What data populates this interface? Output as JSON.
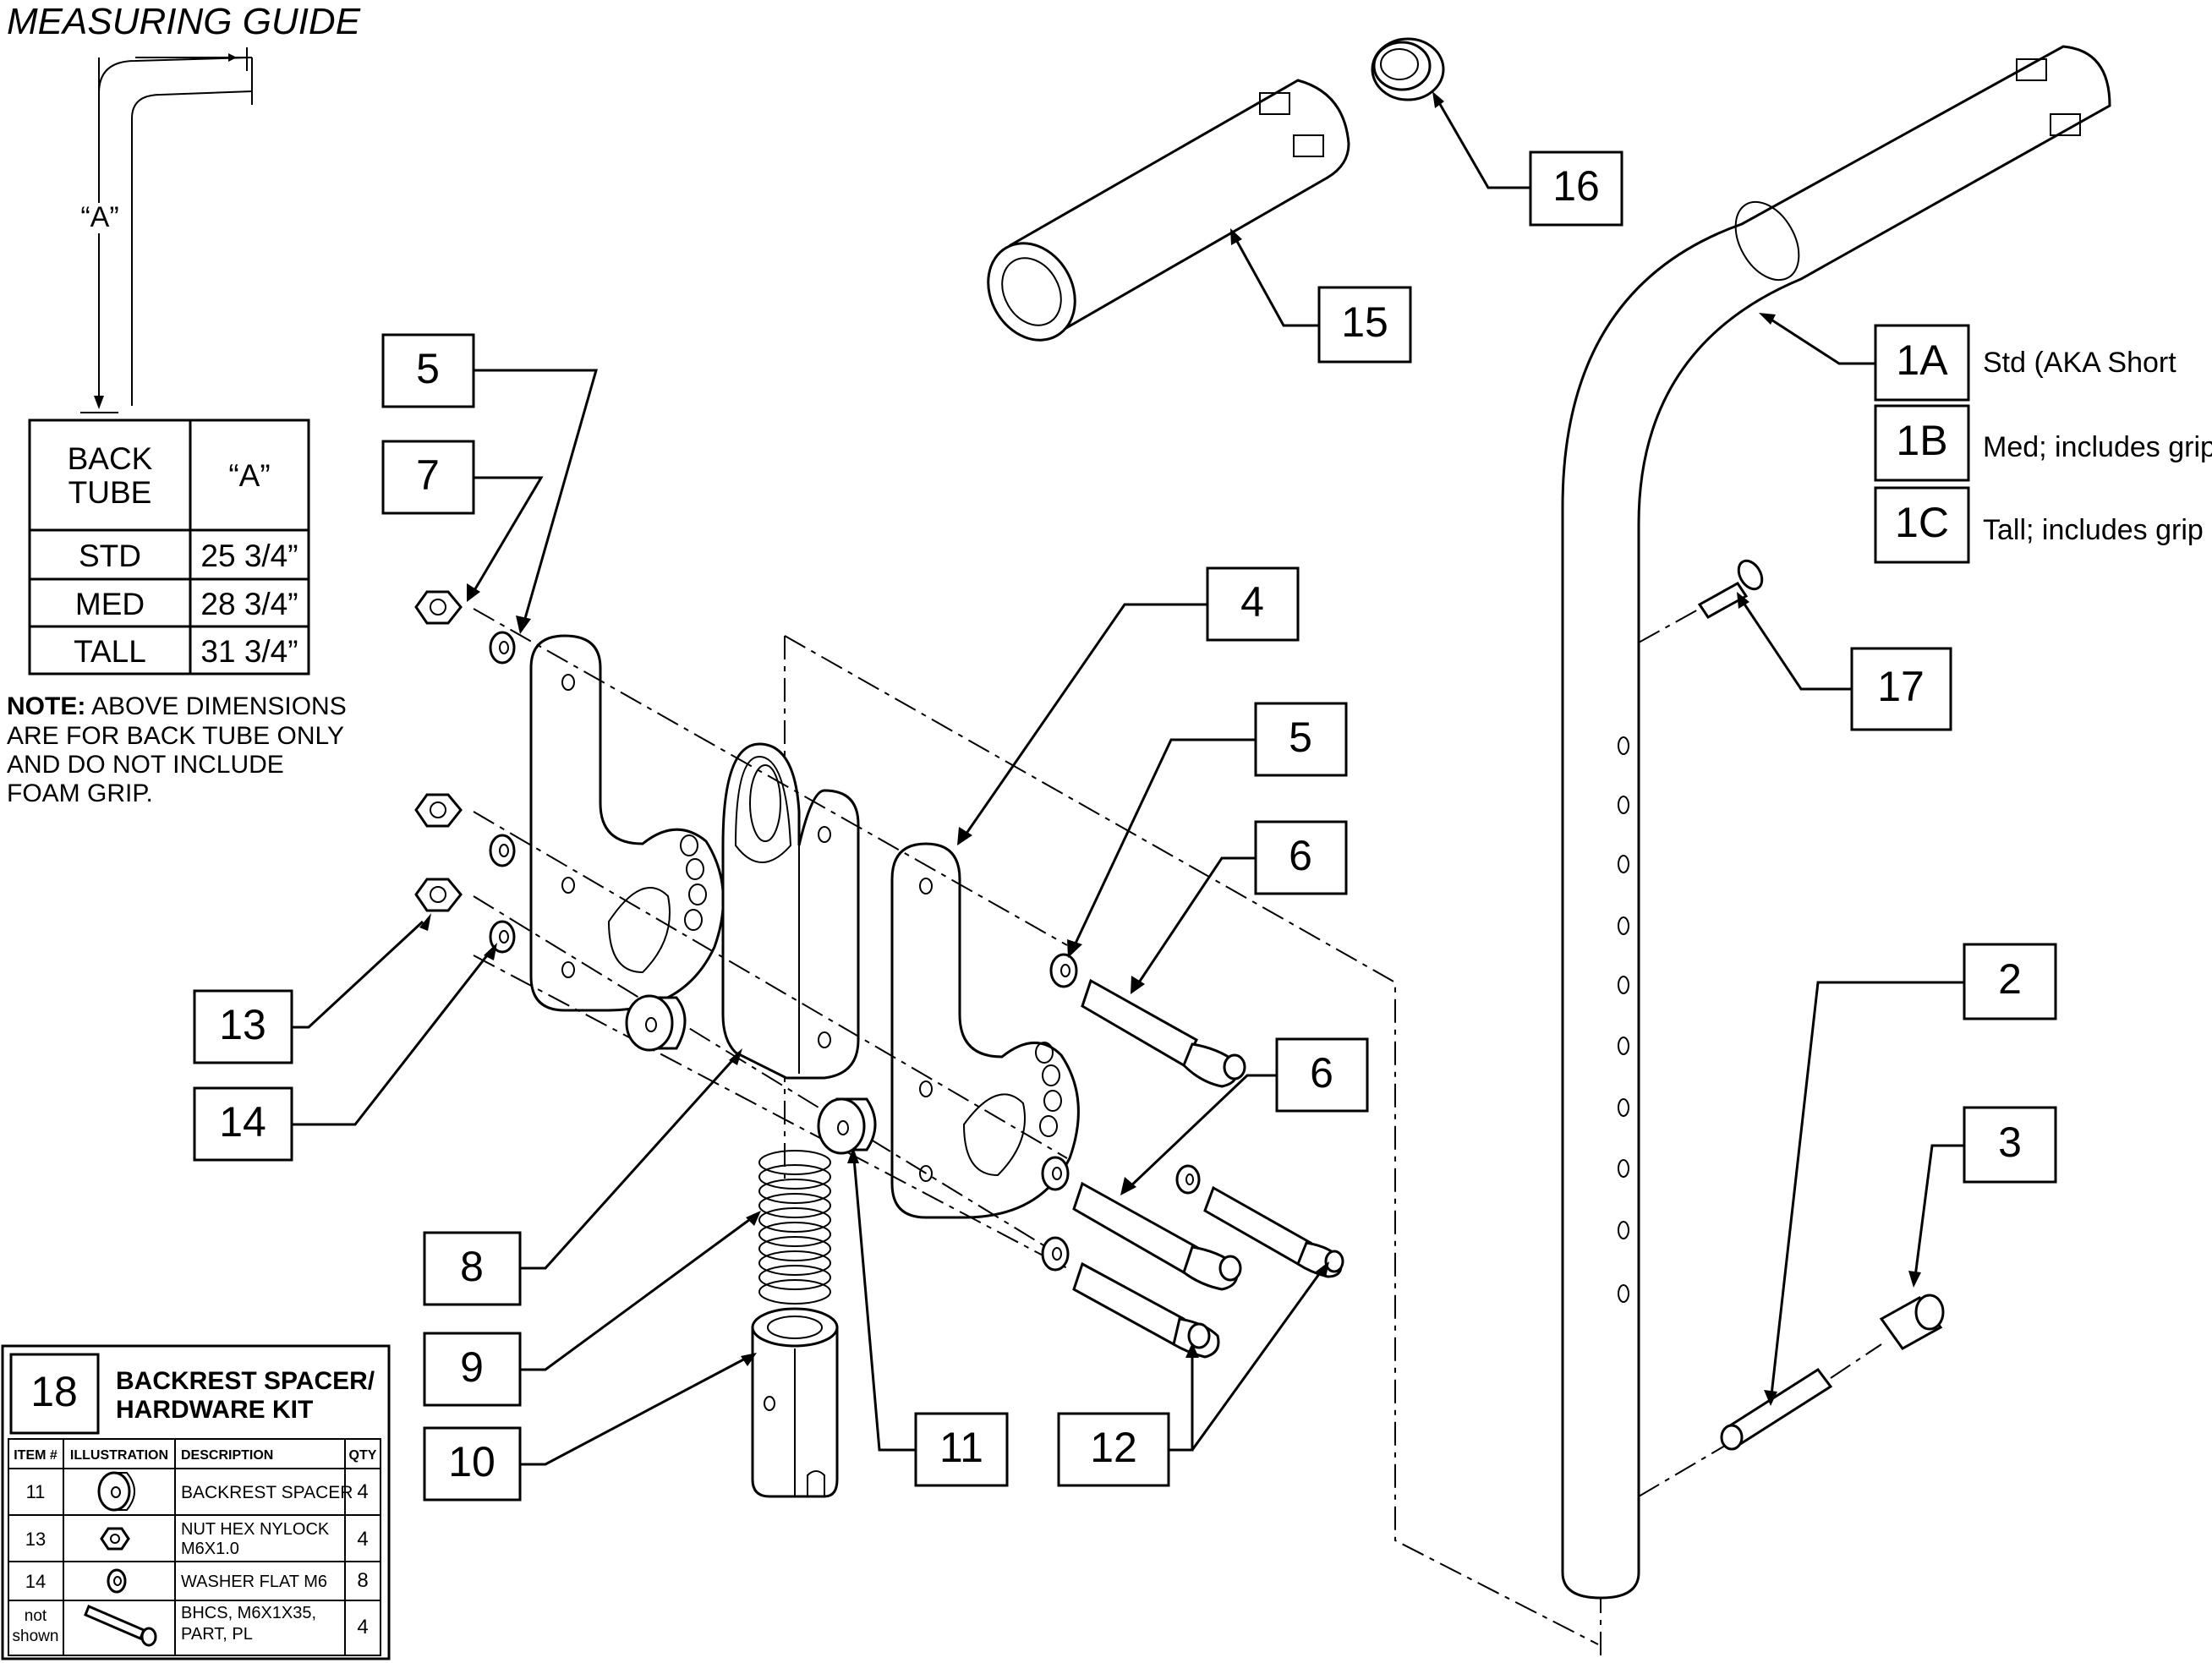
{
  "title": "MEASURING GUIDE",
  "dimension_label": "“A”",
  "measure_table": {
    "header_col1": [
      "BACK",
      "TUBE"
    ],
    "header_col2": "“A”",
    "rows": [
      {
        "tube": "STD",
        "a": "25 3/4”"
      },
      {
        "tube": "MED",
        "a": "28 3/4”"
      },
      {
        "tube": "TALL",
        "a": "31 3/4”"
      }
    ]
  },
  "note": {
    "lead": "NOTE:",
    "line1": " ABOVE DIMENSIONS",
    "line2": "ARE FOR BACK TUBE ONLY",
    "line3": "AND DO NOT INCLUDE",
    "line4": "FOAM GRIP."
  },
  "callouts": [
    "5",
    "7",
    "4",
    "5",
    "6",
    "6",
    "13",
    "14",
    "8",
    "9",
    "10",
    "11",
    "12",
    "15",
    "16",
    "1A",
    "1B",
    "1C",
    "17",
    "2",
    "3"
  ],
  "tube_variants": [
    {
      "id": "1A",
      "label": "Std (AKA Short"
    },
    {
      "id": "1B",
      "label": "Med; includes grip"
    },
    {
      "id": "1C",
      "label": "Tall; includes grip"
    }
  ],
  "kit": {
    "number": "18",
    "title_line1": "BACKREST SPACER/",
    "title_line2": "HARDWARE KIT",
    "columns": [
      "ITEM #",
      "ILLUSTRATION",
      "DESCRIPTION",
      "QTY"
    ],
    "rows": [
      {
        "item": "11",
        "desc1": "BACKREST SPACER",
        "desc2": "",
        "qty": "4",
        "icon": "spacer-icon"
      },
      {
        "item": "13",
        "desc1": "NUT HEX NYLOCK",
        "desc2": "M6X1.0",
        "qty": "4",
        "icon": "nut-icon"
      },
      {
        "item": "14",
        "desc1": "WASHER FLAT M6",
        "desc2": "",
        "qty": "8",
        "icon": "washer-icon"
      },
      {
        "item1": "not",
        "item2": "shown",
        "desc1": "BHCS, M6X1X35,",
        "desc2": "PART, PL",
        "qty": "4",
        "icon": "bolt-icon"
      }
    ]
  }
}
